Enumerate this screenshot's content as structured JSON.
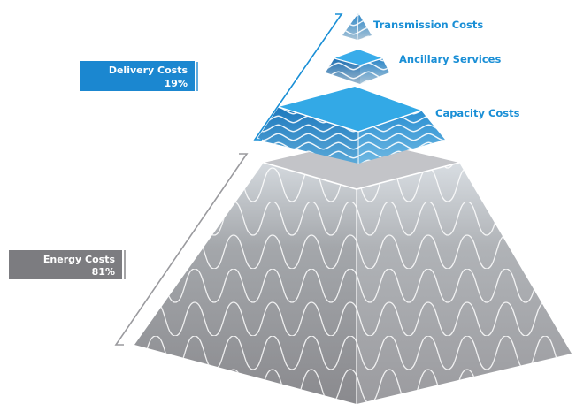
{
  "diagram": {
    "tiers": [
      {
        "label": "Transmission Costs"
      },
      {
        "label": "Ancillary Services"
      },
      {
        "label": "Capacity Costs"
      }
    ],
    "delivery": {
      "title": "Delivery Costs",
      "percent": "19%"
    },
    "energy": {
      "title": "Energy Costs",
      "percent": "81%"
    }
  },
  "colors": {
    "blue_label": "#1a8fd6",
    "delivery_box": "#1b87d0",
    "energy_box": "#7c7c80",
    "tier_top": "#3fb0e8",
    "tier_left": "#1f7fc2",
    "tier_right": "#2c95d6",
    "base_top": "#c2c2c6",
    "base_left": "#8e8e92",
    "base_right": "#a7a7ab"
  }
}
